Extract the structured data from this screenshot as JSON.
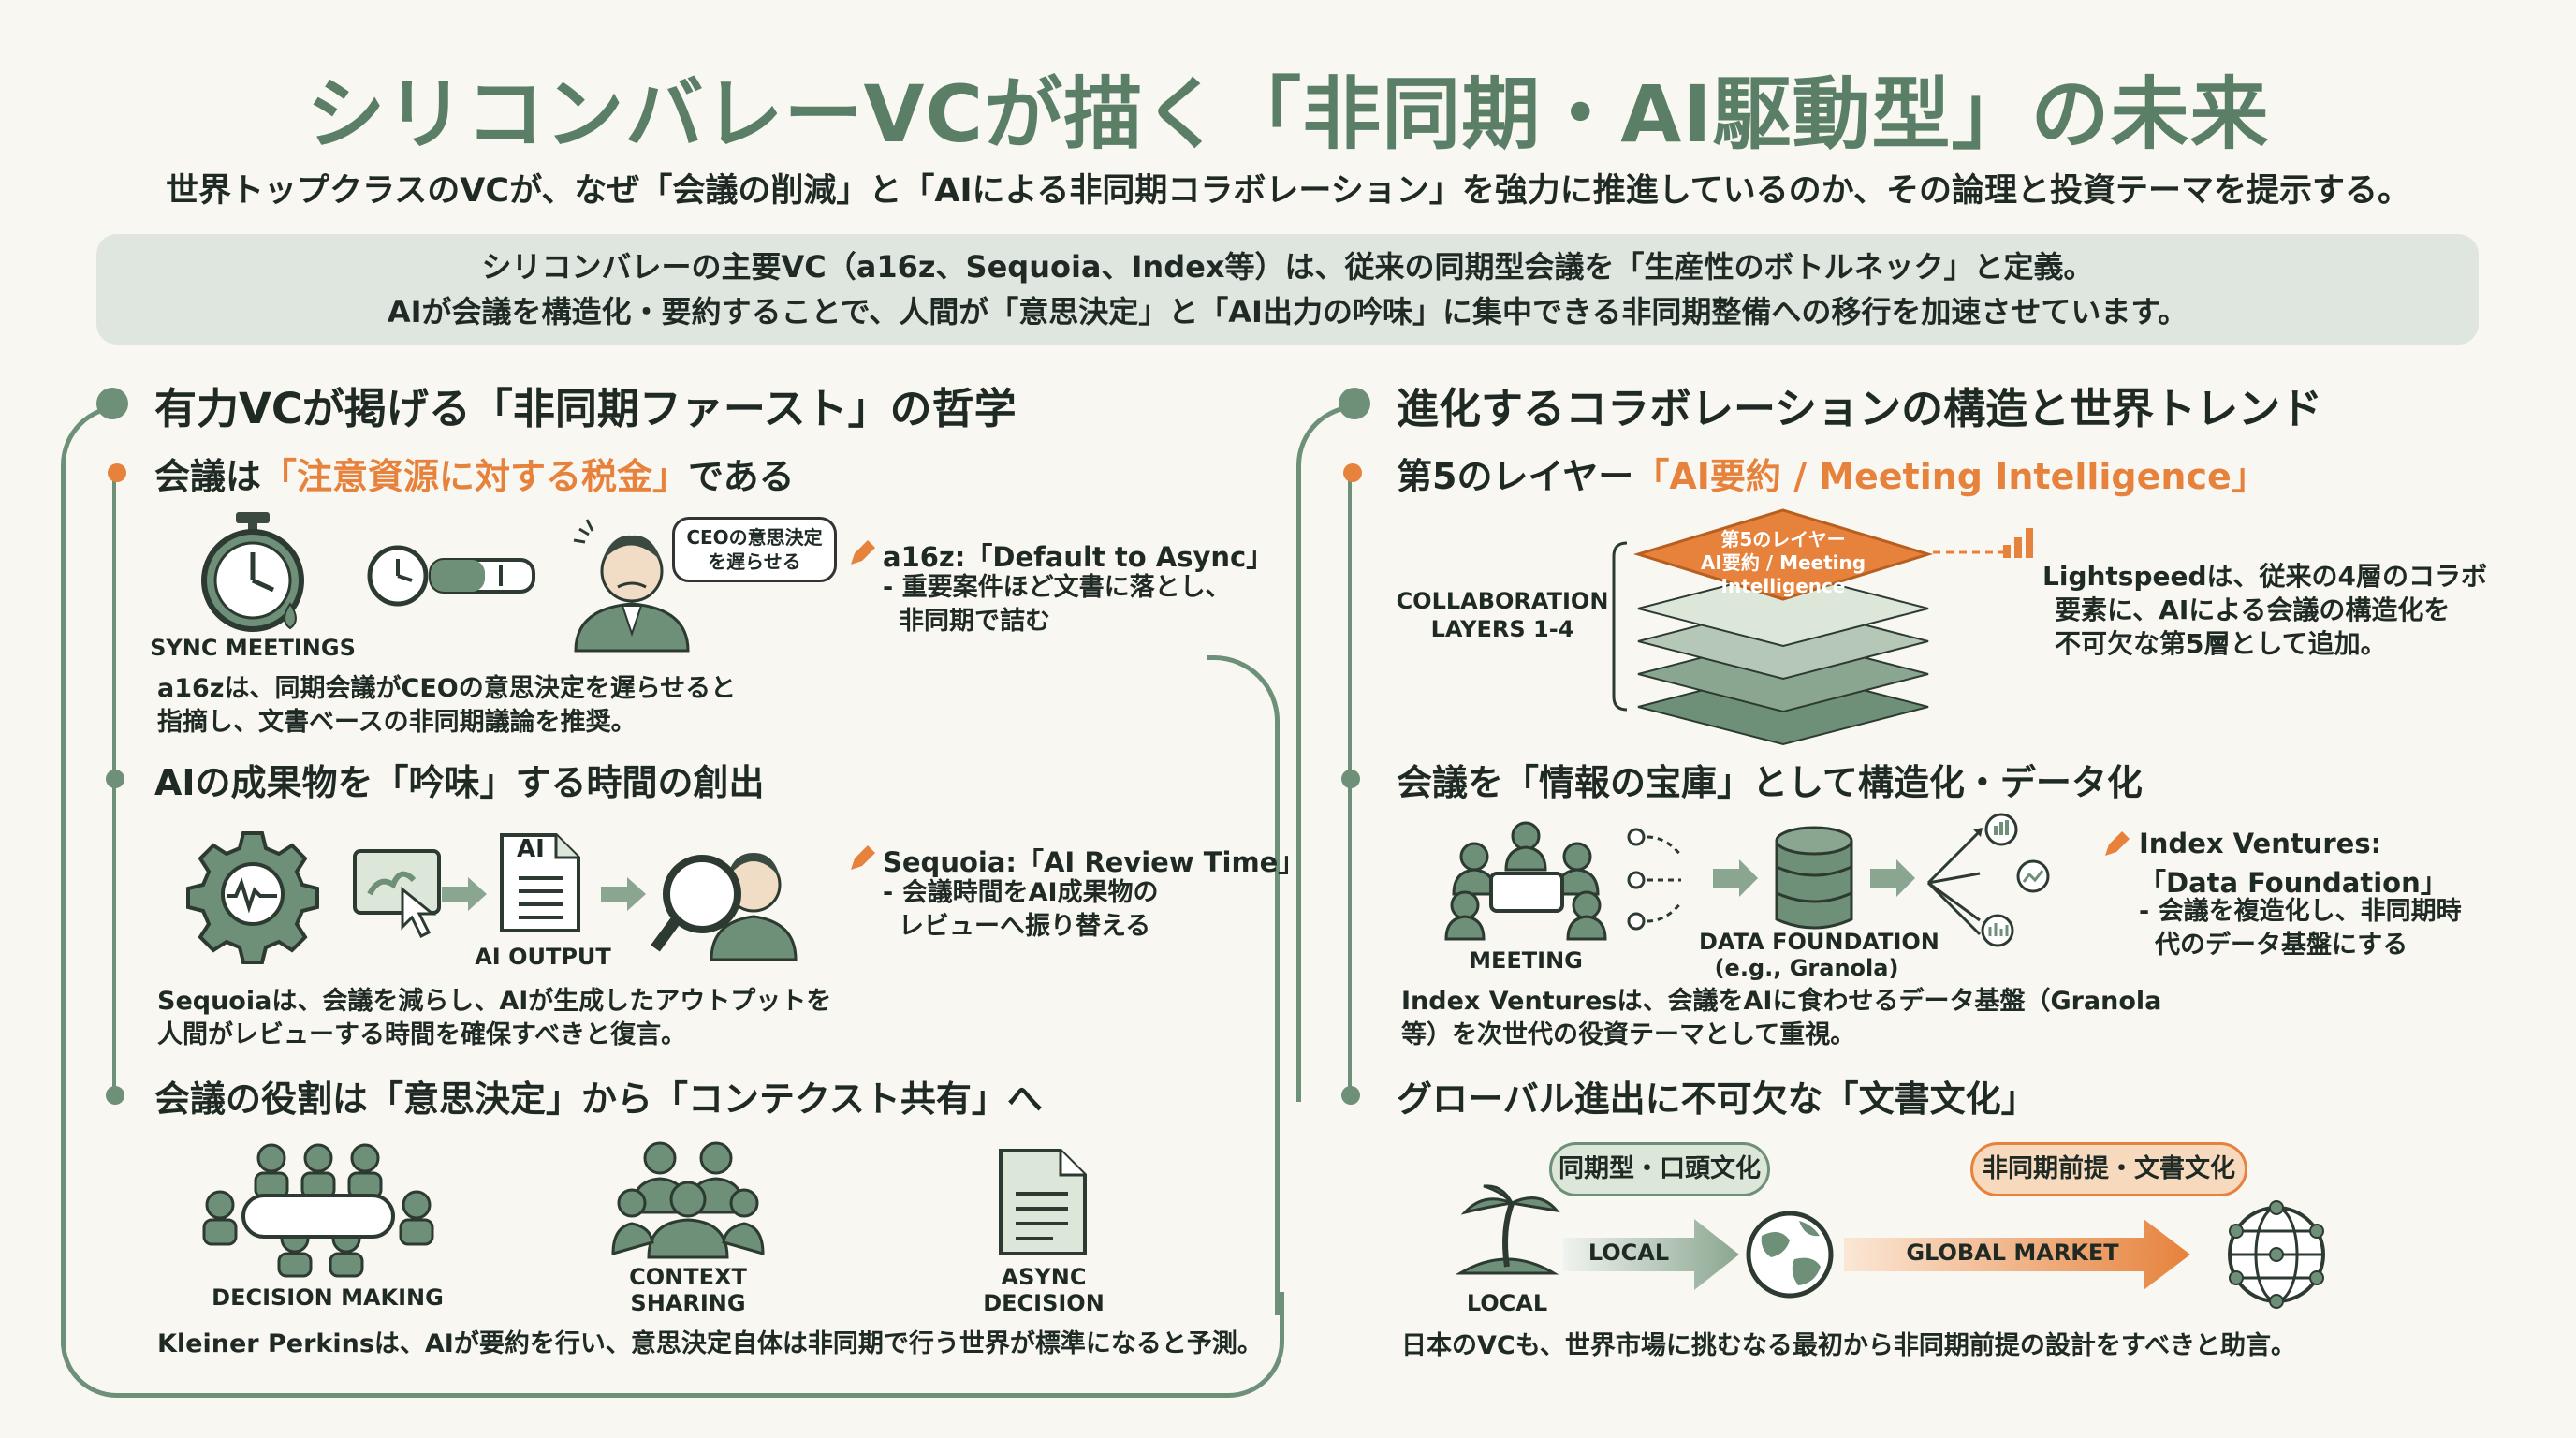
{
  "header": {
    "title": "シリコンバレーVCが描く「非同期・AI駆動型」の未来",
    "subtitle": "世界トップクラスのVCが、なぜ「会議の削減」と「AIによる非同期コラボレーション」を強力に推進しているのか、その論理と投資テーマを提示する。"
  },
  "summary": {
    "line1": "シリコンバレーの主要VC（a16z、Sequoia、Index等）は、従来の同期型会議を「生産性のボトルネック」と定義。",
    "line2": "AIが会議を構造化・要約することで、人間が「意思決定」と「AI出力の吟味」に集中できる非同期整備への移行を加速させています。"
  },
  "left": {
    "heading": "有力VCが掲げる「非同期ファースト」の哲学",
    "s1": {
      "prefix": "会議は",
      "highlight": "「注意資源に対する税金」",
      "suffix": "である",
      "icon_caption": "SYNC MEETINGS",
      "bubble": "CEOの意思決定を遅らせる",
      "quote_title": "a16z:「Default to Async」",
      "quote_line1": "- 重要案件ほど文書に落とし、",
      "quote_line2": "非同期で詰む",
      "body1": "a16zは、同期会議がCEOの意思決定を遅らせると",
      "body2": "指摘し、文書ベースの非同期議論を推奨。"
    },
    "s2": {
      "heading": "AIの成果物を「吟味」する時間の創出",
      "doc_label": "AI",
      "icon_caption": "AI OUTPUT",
      "quote_title": "Sequoia:「AI Review Time」",
      "quote_line1": "- 会議時間をAI成果物の",
      "quote_line2": "レビューへ振り替える",
      "body1": "Sequoiaは、会議を減らし、AIが生成したアウトプットを",
      "body2": "人間がレビューする時間を確保すべきと復言。"
    },
    "s3": {
      "heading": "会議の役割は「意思決定」から「コンテクスト共有」へ",
      "cap1": "DECISION MAKING",
      "cap2a": "CONTEXT",
      "cap2b": "SHARING",
      "cap3a": "ASYNC",
      "cap3b": "DECISION",
      "body": "Kleiner Perkinsは、AIが要約を行い、意思決定自体は非同期で行う世界が標準になると予測。"
    }
  },
  "right": {
    "heading": "進化するコラボレーションの構造と世界トレンド",
    "s1": {
      "prefix": "第5のレイヤー",
      "highlight": "「AI要約 / Meeting Intelligence」",
      "layers_label1": "COLLABORATION",
      "layers_label2": "LAYERS 1-4",
      "top_layer1": "第5のレイヤー",
      "top_layer2": "AI要約 / Meeting",
      "top_layer3": "Intelligence",
      "body1": "Lightspeedは、従来の4層のコラボ",
      "body2": "要素に、AIによる会議の構造化を",
      "body3": "不可欠な第5層として追加。"
    },
    "s2": {
      "heading": "会議を「情報の宝庫」として構造化・データ化",
      "cap_meeting": "MEETING",
      "cap_data1": "DATA FOUNDATION",
      "cap_data2": "(e.g., Granola)",
      "quote_title1": "Index Ventures:",
      "quote_title2": "「Data Foundation」",
      "quote_line1": "- 会議を複造化し、非同期時",
      "quote_line2": "代のデータ基盤にする",
      "body1": "Index Venturesは、会議をAIに食わせるデータ基盤（Granola",
      "body2": "等）を次世代の役資テーマとして重視。"
    },
    "s3": {
      "heading": "グローバル進出に不可欠な「文書文化」",
      "pill_sync": "同期型・口頭文化",
      "pill_async": "非同期前提・文書文化",
      "arrow_local": "LOCAL",
      "arrow_global": "GLOBAL MARKET",
      "cap_local": "LOCAL",
      "body": "日本のVCも、世界市場に挑むなる最初から非同期前提の設計をすべきと助言。"
    }
  },
  "colors": {
    "accent_green": "#5a7f66",
    "line_green": "#6e8f78",
    "accent_orange": "#e6823c",
    "summary_bg": "#dfe6df"
  }
}
